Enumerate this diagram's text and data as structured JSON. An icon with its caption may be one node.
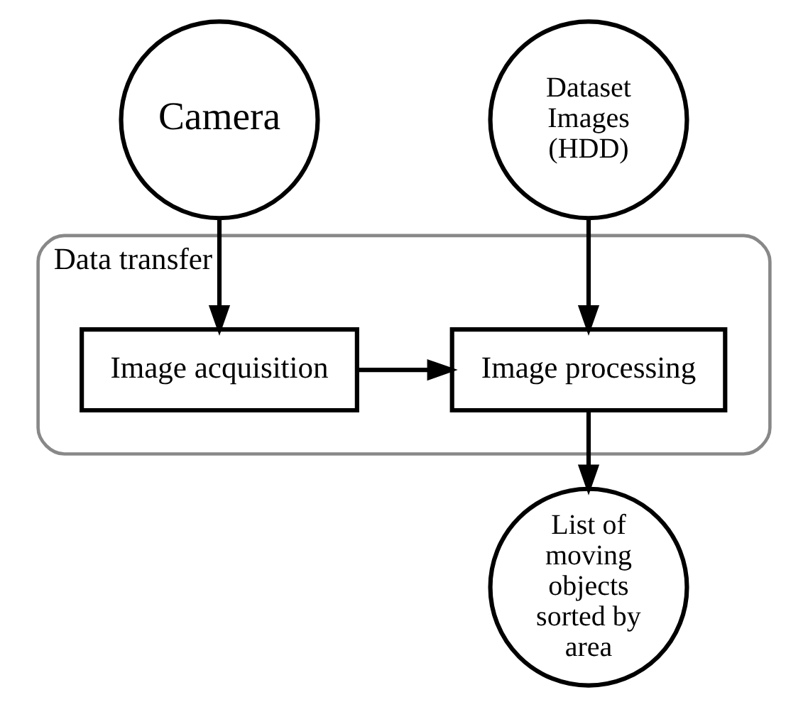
{
  "diagram": {
    "nodes": [
      {
        "text": [
          "Camera"
        ]
      },
      {
        "text": [
          "Dataset Images (HDD)"
        ]
      },
      {
        "text": [
          "Data transfer"
        ]
      },
      {
        "text": [
          "Image acquisition"
        ],
        "in": 2
      },
      {
        "text": [
          "Image processing"
        ],
        "in": 2
      },
      {
        "text": [
          "List of moving objects sorted by area"
        ]
      }
    ],
    "edges": [
      {
        "from": 0,
        "to": 3,
        "arrow": "to"
      },
      {
        "from": 1,
        "to": 4,
        "arrow": "to"
      },
      {
        "from": 3,
        "to": 4,
        "arrow": "to"
      },
      {
        "from": 4,
        "to": 5,
        "arrow": "to"
      }
    ]
  }
}
